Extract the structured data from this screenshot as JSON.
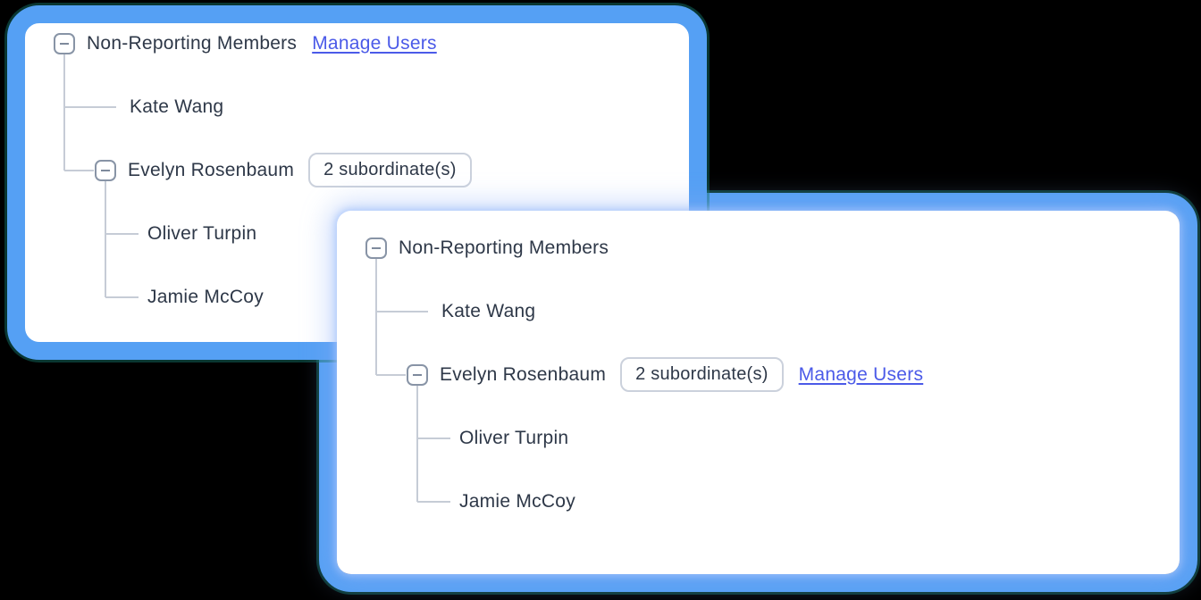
{
  "colors": {
    "background": "#000000",
    "panel_border_blue": "#55a0f4",
    "panel_border_teal_rim": "#126e64",
    "text": "#2e3848",
    "link": "#4b5ae8",
    "tree_line": "#c6ccd6",
    "expander_border": "#8894a6",
    "badge_border": "#cbd1dc",
    "overlap_glow": "#ccddf8"
  },
  "icons": {
    "collapse": "minus-in-rounded-square"
  },
  "panels": [
    {
      "name": "back-panel",
      "rows": [
        {
          "type": "group",
          "label": "Non-Reporting Members",
          "link": "Manage Users"
        },
        {
          "type": "member",
          "label": "Kate Wang"
        },
        {
          "type": "group",
          "label": "Evelyn Rosenbaum",
          "badge": "2 subordinate(s)"
        },
        {
          "type": "member",
          "label": "Oliver Turpin"
        },
        {
          "type": "member",
          "label": "Jamie McCoy"
        }
      ]
    },
    {
      "name": "front-panel",
      "rows": [
        {
          "type": "group",
          "label": "Non-Reporting Members"
        },
        {
          "type": "member",
          "label": "Kate Wang"
        },
        {
          "type": "group",
          "label": "Evelyn Rosenbaum",
          "badge": "2 subordinate(s)",
          "link": "Manage Users"
        },
        {
          "type": "member",
          "label": "Oliver Turpin"
        },
        {
          "type": "member",
          "label": "Jamie McCoy"
        }
      ]
    }
  ]
}
